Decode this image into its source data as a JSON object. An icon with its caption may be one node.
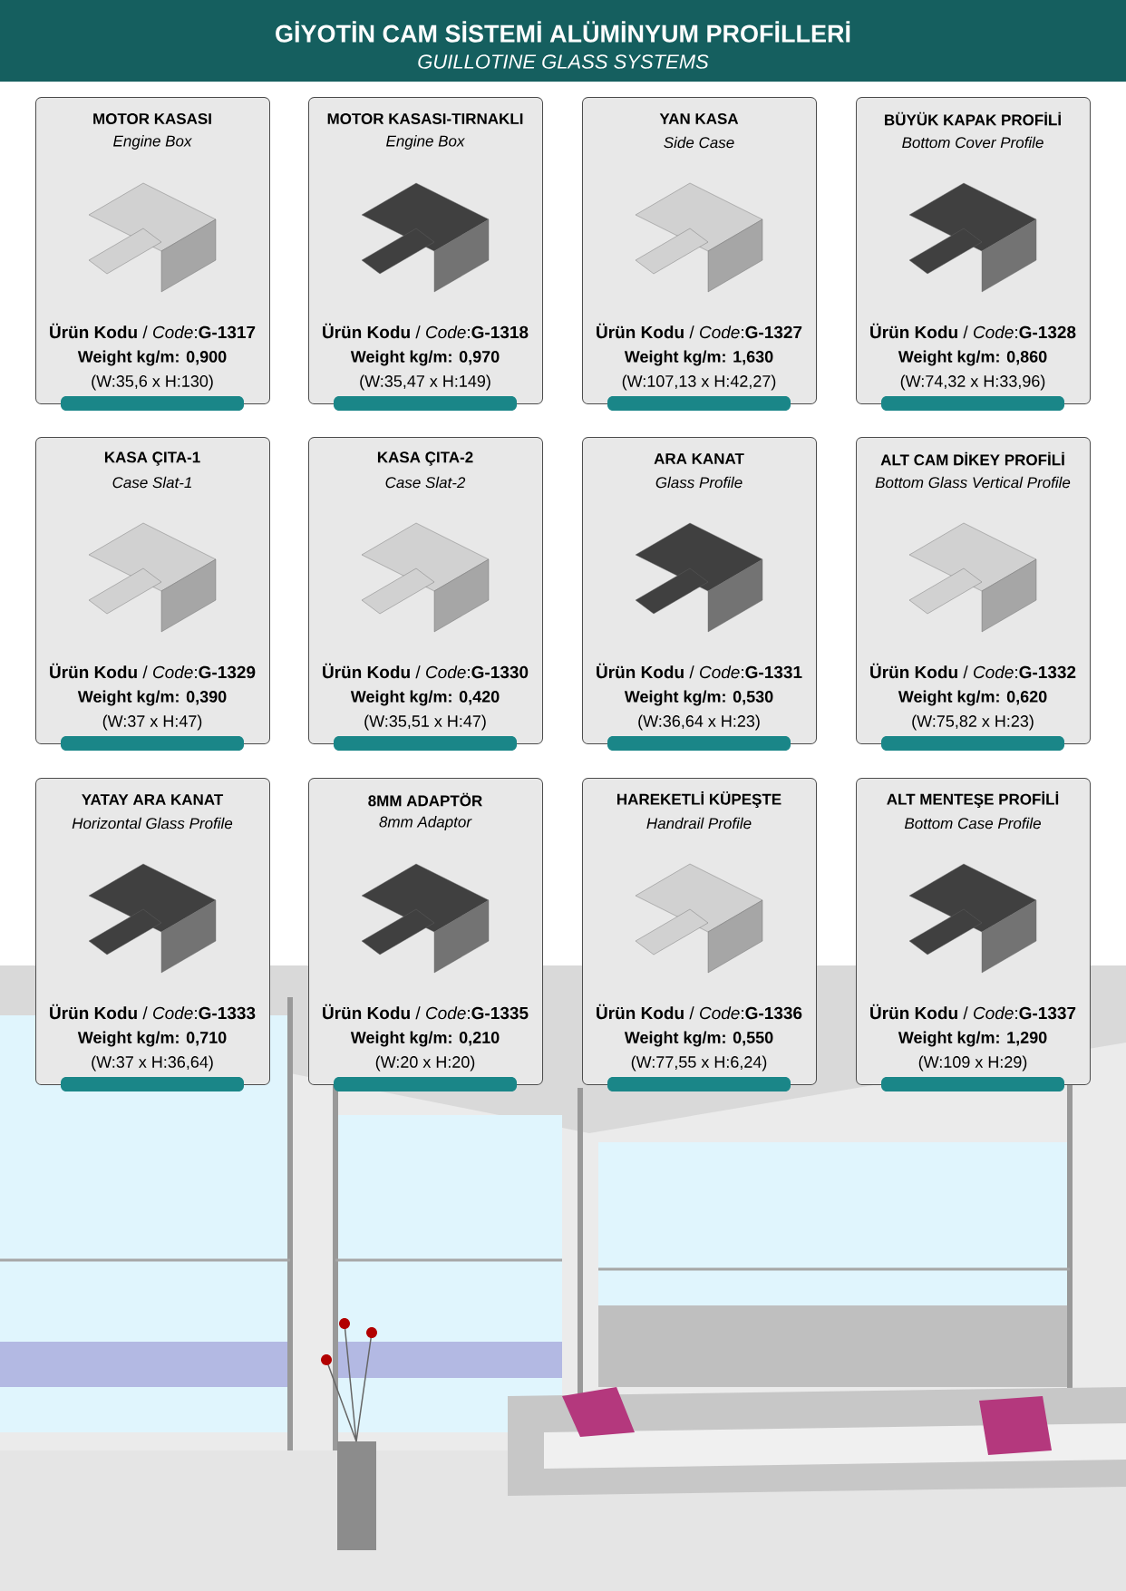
{
  "diagram": {
    "title": "GİYOTİN CAM SİSTEMİ ALÜMİNYUM PROFİLLERİ",
    "labels": [
      "GUILLOTINE GLASS SYSTEMS"
    ],
    "nodes": [
      {
        "text": [
          "MOTOR KASASI",
          "Engine Box",
          "**Ürün Kodu** / *Code*:**G-1317**",
          "Weight kg/m: 0,900",
          "(W:35,6 x H:130)"
        ]
      },
      {
        "text": [
          "MOTOR KASASI-TIRNAKLI",
          "Engine Box",
          "**Ürün Kodu** / *Code*:**G-1318**",
          "Weight kg/m: 0,970",
          "(W:35,47 x H:149)"
        ]
      },
      {
        "text": [
          "YAN KASA",
          "Side Case",
          "**Ürün Kodu** / *Code*:**G-1327**",
          "Weight kg/m: 1,630",
          "(W:107,13 x H:42,27)"
        ]
      },
      {
        "text": [
          "BÜYÜK KAPAK PROFİLİ",
          "Bottom Cover Profile",
          "**Ürün Kodu** / *Code*:**G-1328**",
          "Weight kg/m: 0,860",
          "(W:74,32 x H:33,96)"
        ]
      },
      {
        "text": [
          "KASA ÇITA-1",
          "Case Slat-1",
          "**Ürün Kodu** / *Code*:**G-1329**",
          "Weight kg/m: 0,390",
          "(W:37 x H:47)"
        ]
      },
      {
        "text": [
          "KASA ÇITA-2",
          "Case Slat-2",
          "**Ürün Kodu** / *Code*:**G-1330**",
          "Weight kg/m: 0,420",
          "(W:35,51 x H:47)"
        ]
      },
      {
        "text": [
          "ARA KANAT",
          "Glass Profile",
          "**Ürün Kodu** / *Code*:**G-1331**",
          "Weight kg/m: 0,530",
          "(W:36,64 x H:23)"
        ]
      },
      {
        "text": [
          "ALT CAM DİKEY PROFİLİ",
          "Bottom Glass Vertical Profile",
          "**Ürün Kodu** / *Code*:**G-1332**",
          "Weight kg/m: 0,620",
          "(W:75,82 x H:23)"
        ]
      },
      {
        "text": [
          "YATAY ARA KANAT",
          "Horizontal Glass Profile",
          "**Ürün Kodu** / *Code*:**G-1333**",
          "Weight kg/m: 0,710",
          "(W:37 x H:36,64)"
        ]
      },
      {
        "text": [
          "8MM ADAPTÖR",
          "8mm Adaptor",
          "**Ürün Kodu** / *Code*:**G-1335**",
          "Weight kg/m: 0,210",
          "(W:20 x H:20)"
        ]
      },
      {
        "text": [
          "HAREKETLİ KÜPEŞTE",
          "Handrail Profile",
          "**Ürün Kodu** / *Code*:**G-1336**",
          "Weight kg/m: 0,550",
          "(W:77,55 x H:6,24)"
        ]
      },
      {
        "text": [
          "ALT MENTEŞE PROFİLİ",
          "Bottom Case Profile",
          "**Ürün Kodu** / *Code*:**G-1337**",
          "Weight kg/m: 1,290",
          "(W:109 x H:29)"
        ]
      }
    ]
  }
}
